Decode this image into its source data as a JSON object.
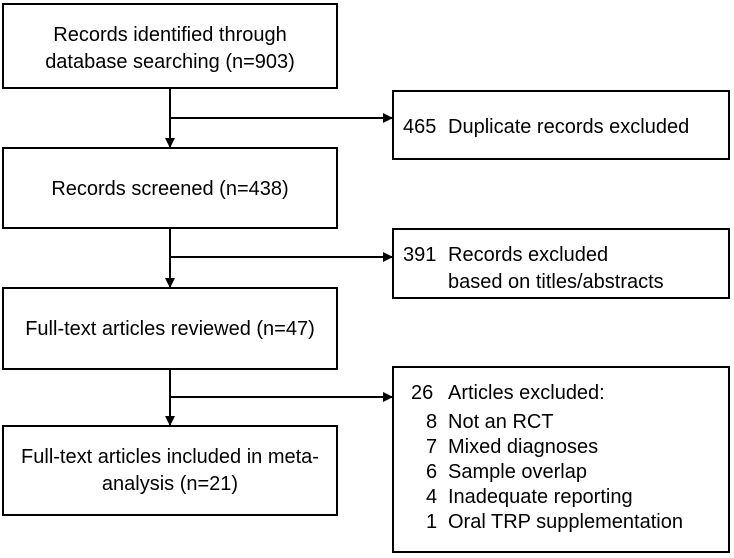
{
  "flow": {
    "identified": {
      "line1": "Records identified through",
      "line2": "database searching (n=903)"
    },
    "screened": {
      "label": "Records screened (n=438)"
    },
    "reviewed": {
      "label": "Full-text articles reviewed (n=47)"
    },
    "included": {
      "line1": "Full-text articles included in meta-",
      "line2": "analysis (n=21)"
    }
  },
  "exclusions": {
    "duplicates": {
      "count": "465",
      "label": "Duplicate records excluded"
    },
    "titles": {
      "count": "391",
      "line1": "Records excluded",
      "line2": "based on titles/abstracts"
    },
    "articles": {
      "count": "26",
      "label": "Articles excluded:",
      "reasons": [
        {
          "count": "8",
          "label": "Not an RCT"
        },
        {
          "count": "7",
          "label": "Mixed diagnoses"
        },
        {
          "count": "6",
          "label": "Sample overlap"
        },
        {
          "count": "4",
          "label": "Inadequate reporting"
        },
        {
          "count": "1",
          "label": "Oral TRP supplementation"
        }
      ]
    }
  }
}
